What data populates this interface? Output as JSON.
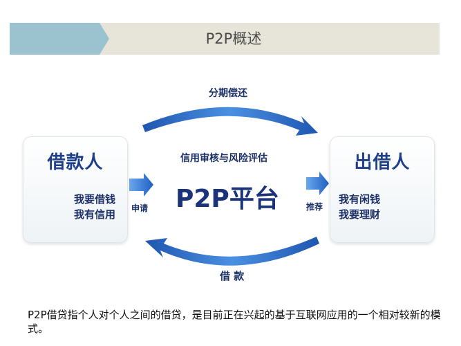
{
  "header": {
    "title": "P2P概述",
    "accent_color": "#9bc3cf",
    "bar_color": "#e7e4d9"
  },
  "diagram": {
    "top_arrow_label": "分期偿还",
    "center_caption": "信用审核与风险评估",
    "platform_label": "P2P平台",
    "bottom_arrow_label": "借 款",
    "apply_label": "申请",
    "recommend_label": "推荐",
    "borrower": {
      "title": "借款人",
      "lines": [
        "我要借钱",
        "我有信用"
      ]
    },
    "lender": {
      "title": "出借人",
      "lines": [
        "我有闲钱",
        "我要理财"
      ]
    },
    "arrow_color": "#2d6fc9"
  },
  "description": "P2P借贷指个人对个人之间的借贷，是目前正在兴起的基于互联网应用的一个相对较新的模式。"
}
